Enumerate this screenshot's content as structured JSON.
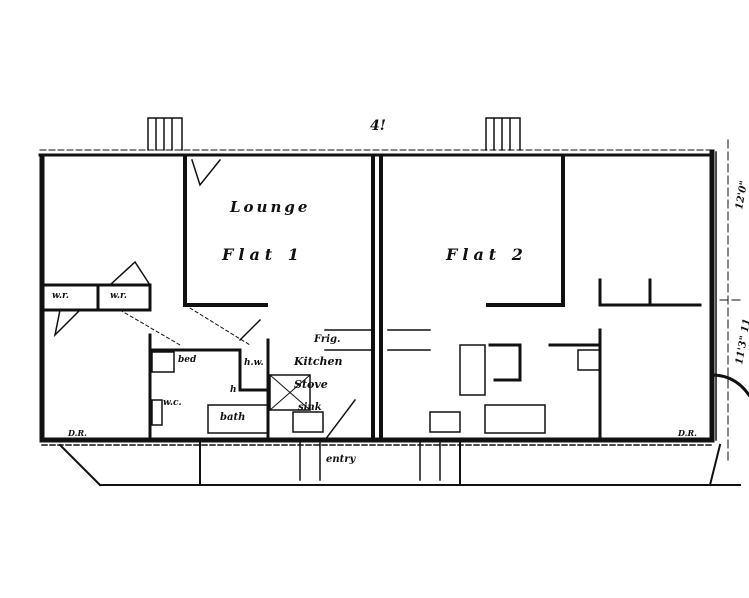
{
  "colors": {
    "ink": "#111111",
    "paper": "#ffffff"
  },
  "labels": {
    "top_dim": "4!",
    "lounge": "Lounge",
    "flat1": "Flat 1",
    "flat2": "Flat 2",
    "wr1": "w.r.",
    "wr2": "w.r.",
    "bed": "bed",
    "hw": "h.w.",
    "wc": "w.c.",
    "frig": "Frig.",
    "kitchen": "Kitchen",
    "stove": "Stove",
    "sink": "sink",
    "bath": "bath",
    "entry": "entry",
    "h": "h",
    "dr_left": "D.R.",
    "dr_right": "D.R.",
    "dim_right_1": "12'0\"",
    "dim_right_2": "11'3\" 11"
  }
}
